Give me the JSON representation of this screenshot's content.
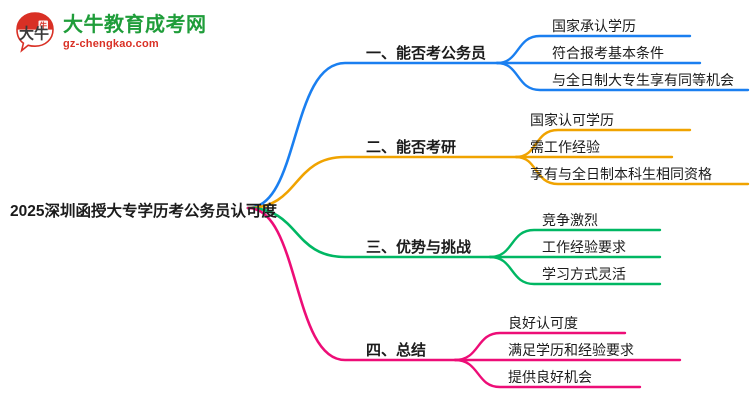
{
  "logo": {
    "name_cn": "大牛教育成考网",
    "url": "gz-chengkao.com",
    "mark_text": "大牛",
    "color_green": "#1f9d3a",
    "color_red": "#d93025"
  },
  "mindmap": {
    "root": {
      "label": "2025深圳函授大专学历考公务员认可度"
    },
    "branches": [
      {
        "label": "一、能否考公务员",
        "color": "#1a7ff0",
        "leaves": [
          {
            "label": "国家承认学历"
          },
          {
            "label": "符合报考基本条件"
          },
          {
            "label": "与全日制大专生享有同等机会"
          }
        ]
      },
      {
        "label": "二、能否考研",
        "color": "#f0a300",
        "leaves": [
          {
            "label": "国家认可学历"
          },
          {
            "label": "需工作经验"
          },
          {
            "label": "享有与全日制本科生相同资格"
          }
        ]
      },
      {
        "label": "三、优势与挑战",
        "color": "#00b763",
        "leaves": [
          {
            "label": "竞争激烈"
          },
          {
            "label": "工作经验要求"
          },
          {
            "label": "学习方式灵活"
          }
        ]
      },
      {
        "label": "四、总结",
        "color": "#ed0d77",
        "leaves": [
          {
            "label": "良好认可度"
          },
          {
            "label": "满足学历和经验要求"
          },
          {
            "label": "提供良好机会"
          }
        ]
      }
    ]
  }
}
